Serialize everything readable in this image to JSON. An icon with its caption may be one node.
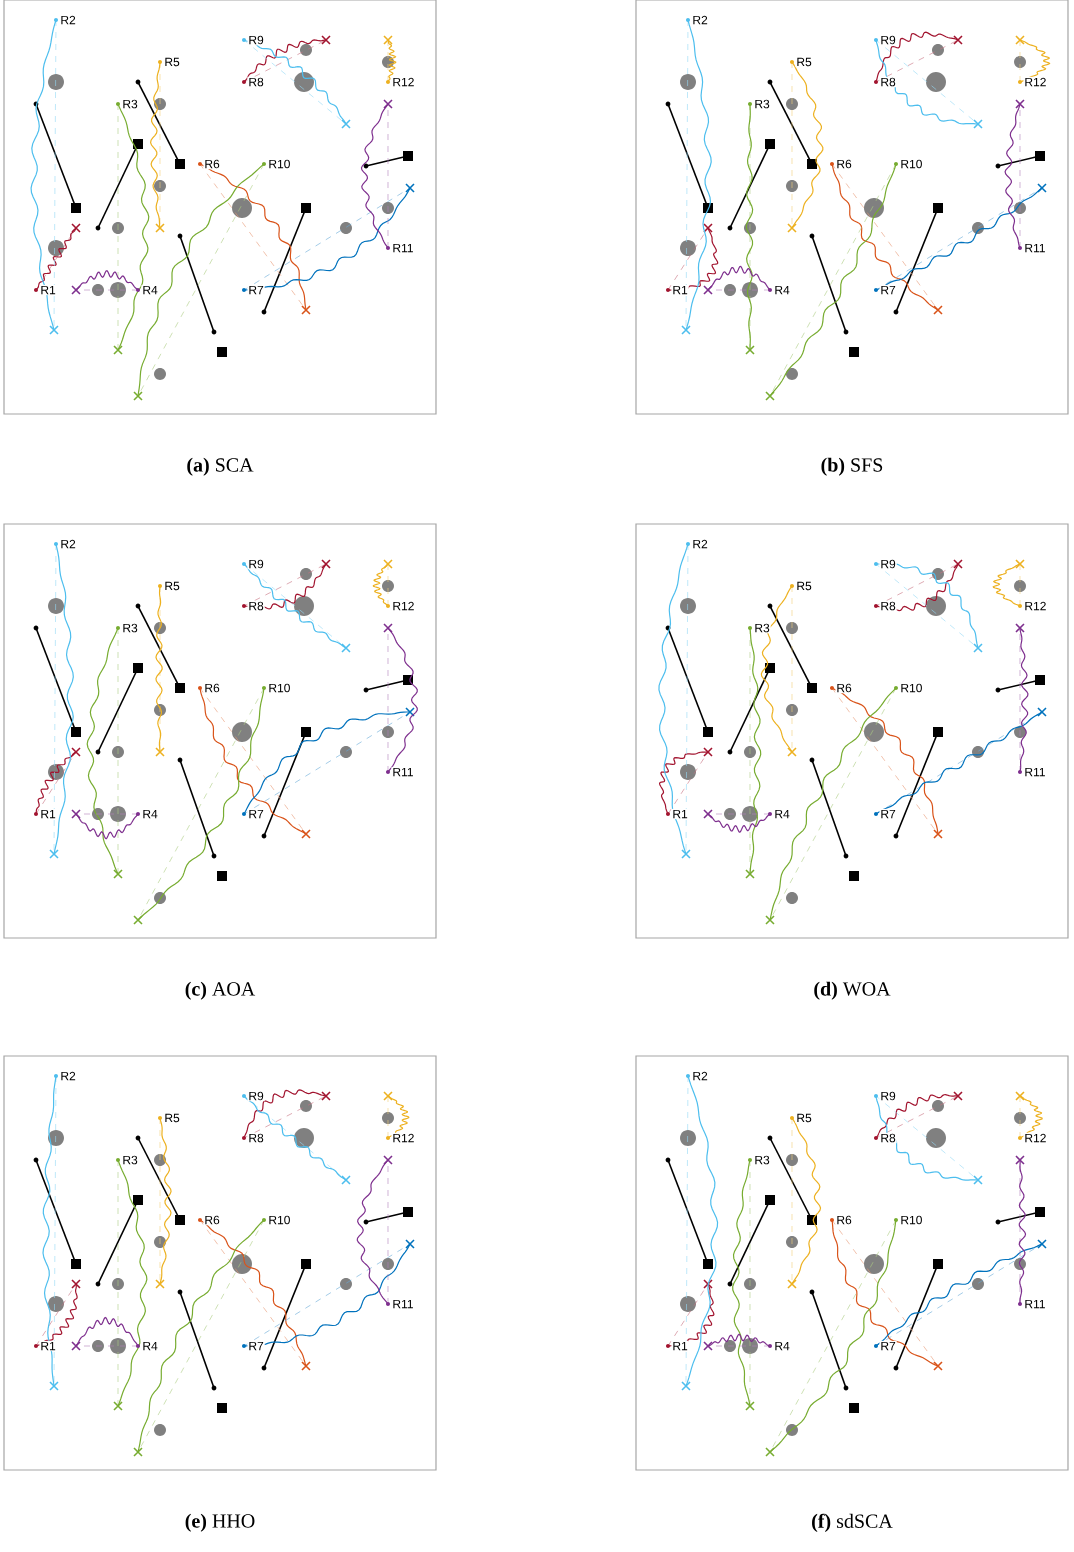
{
  "diagram": {
    "nodes": [
      {
        "text": [
          "**(a)** SCA"
        ]
      },
      {
        "text": [
          "**(b)** SFS"
        ]
      },
      {
        "text": [
          "**(c)** AOA"
        ]
      },
      {
        "text": [
          "**(d)** WOA"
        ]
      },
      {
        "text": [
          "**(e)** HHO"
        ]
      },
      {
        "text": [
          "**(f)** sdSCA"
        ]
      }
    ],
    "labels": [
      "R1",
      "R2",
      "R3",
      "R4",
      "R5",
      "R6",
      "R7",
      "R8",
      "R9",
      "R10",
      "R11",
      "R12",
      "R1",
      "R2",
      "R3",
      "R4",
      "R5",
      "R6",
      "R7",
      "R8",
      "R9",
      "R10",
      "R11",
      "R12",
      "R1",
      "R2",
      "R3",
      "R4",
      "R5",
      "R6",
      "R7",
      "R8",
      "R9",
      "R10",
      "R11",
      "R12",
      "R1",
      "R2",
      "R3",
      "R4",
      "R5",
      "R6",
      "R7",
      "R8",
      "R9",
      "R10",
      "R11",
      "R12",
      "R1",
      "R2",
      "R3",
      "R4",
      "R5",
      "R6",
      "R7",
      "R8",
      "R9",
      "R10",
      "R11",
      "R12",
      "R1",
      "R2",
      "R3",
      "R4",
      "R5",
      "R6",
      "R7",
      "R8",
      "R9",
      "R10",
      "R11",
      "R12"
    ]
  }
}
